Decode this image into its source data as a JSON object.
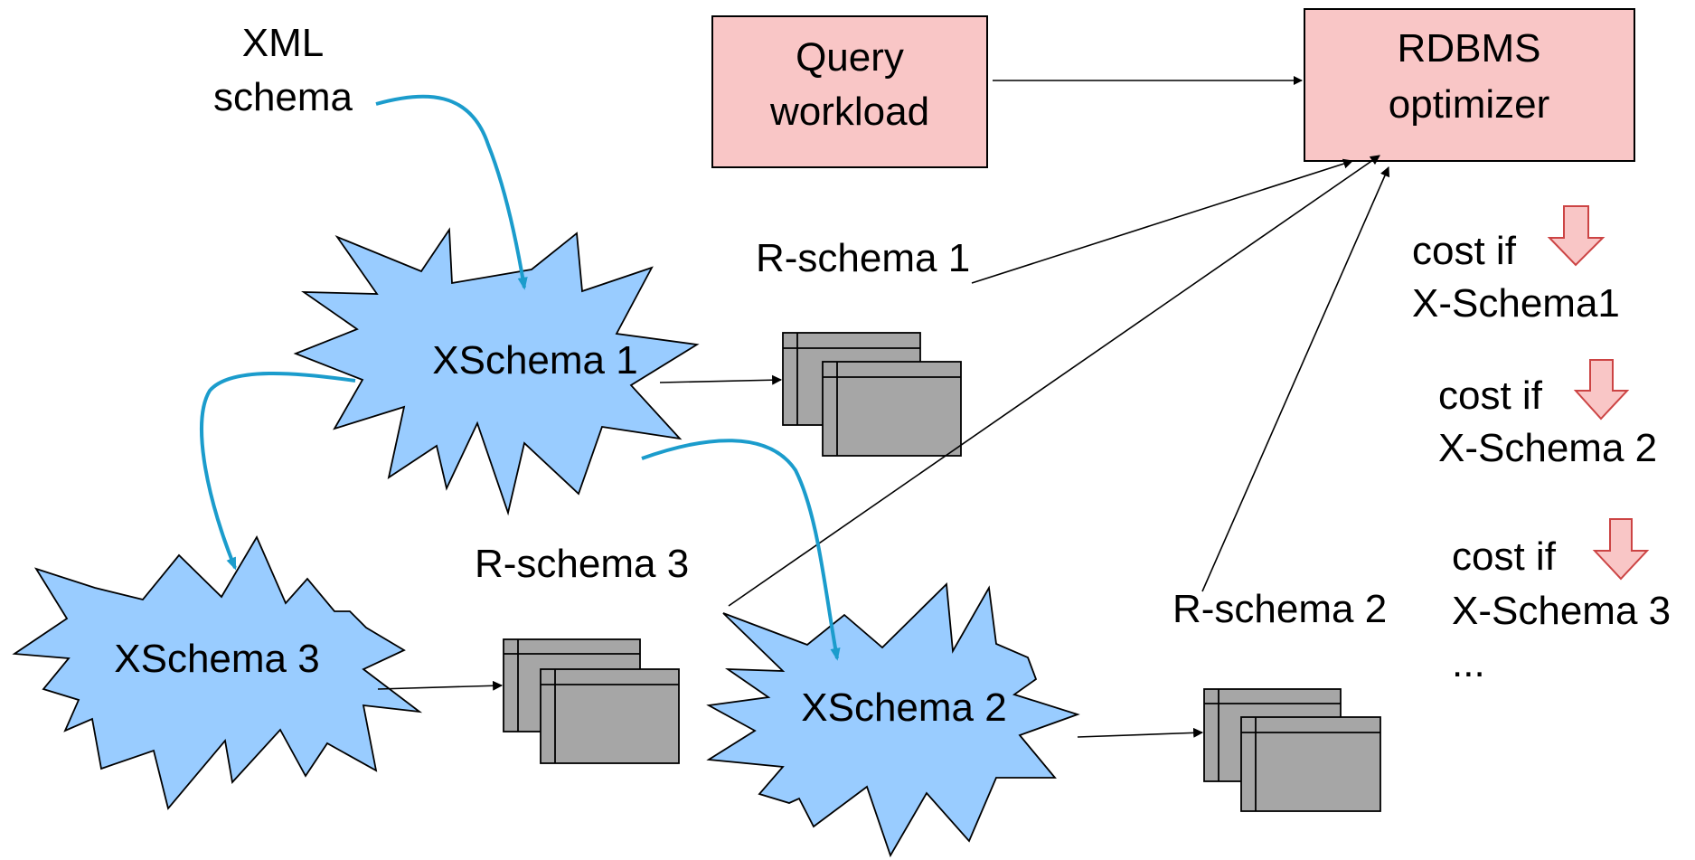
{
  "colors": {
    "schema_fill": "#99ccff",
    "box_fill": "#f9c6c6",
    "table_fill": "#a6a6a6",
    "curve": "#1b9ccc",
    "cost_arrow_fill": "#f9c6c6",
    "cost_arrow_stroke": "#cc4444"
  },
  "labels": {
    "xml_schema_line1": "XML",
    "xml_schema_line2": "schema",
    "query_workload_line1": "Query",
    "query_workload_line2": "workload",
    "rdbms_line1": "RDBMS",
    "rdbms_line2": "optimizer",
    "xschema1": "XSchema 1",
    "xschema2": "XSchema 2",
    "xschema3": "XSchema 3",
    "rschema1": "R-schema 1",
    "rschema2": "R-schema 2",
    "rschema3": "R-schema 3"
  },
  "costs": [
    {
      "line1": "cost if",
      "line2": "X-Schema1"
    },
    {
      "line1": "cost if",
      "line2": "X-Schema 2"
    },
    {
      "line1": "cost if",
      "line2": "X-Schema 3"
    }
  ],
  "ellipsis": "..."
}
